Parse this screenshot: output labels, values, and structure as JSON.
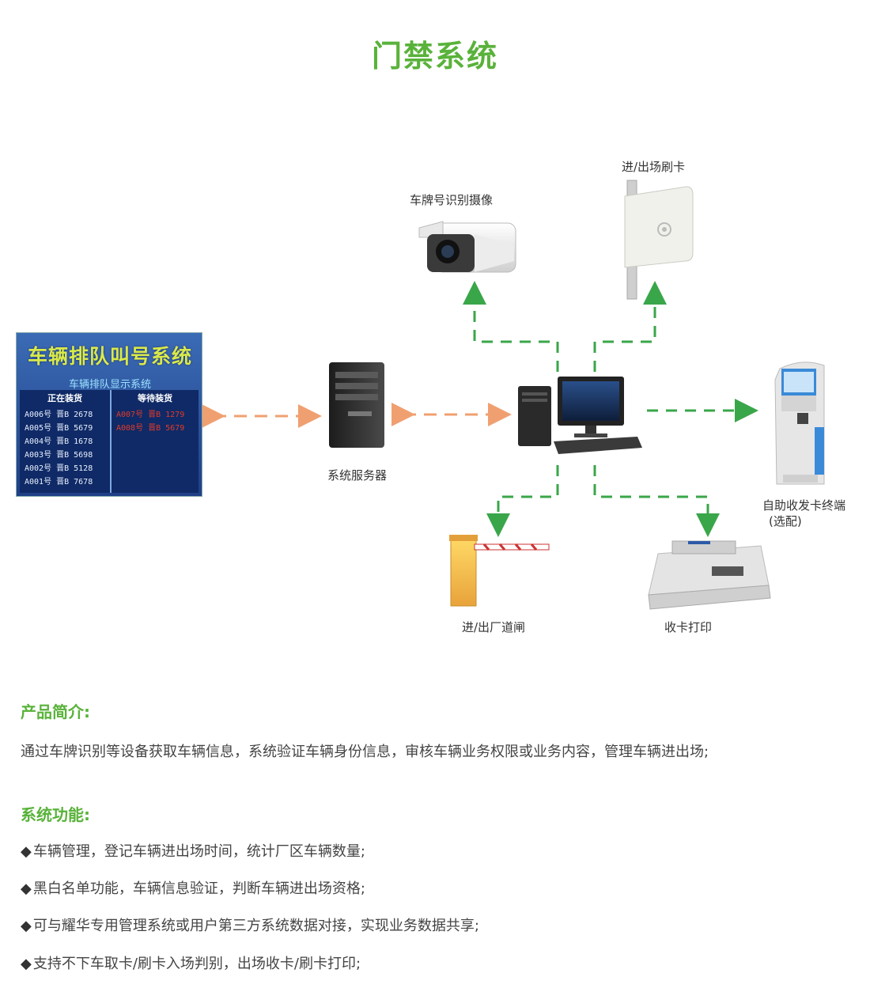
{
  "page_title": "门禁系统",
  "diagram": {
    "camera_label": "车牌号识别摄像",
    "card_reader_label": "进/出场刷卡",
    "server_label": "系统服务器",
    "terminal_label_line1": "自助收发卡终端",
    "terminal_label_line2": "(选配)",
    "barrier_label": "进/出厂道闸",
    "printer_label": "收卡打印",
    "queue_display": {
      "title": "车辆排队叫号系统",
      "subtitle": "车辆排队显示系统",
      "col_loading": "正在装货",
      "col_waiting": "等待装货",
      "loading_rows": [
        "A006号 晋B 2678",
        "A005号 晋B 5679",
        "A004号 晋B 1678",
        "A003号 晋B 5698",
        "A002号 晋B 5128",
        "A001号 晋B 7678"
      ],
      "waiting_rows": [
        "A007号 晋B 1279",
        "A008号 晋B 5679"
      ]
    }
  },
  "intro": {
    "heading": "产品简介:",
    "text": "通过车牌识别等设备获取车辆信息，系统验证车辆身份信息，审核车辆业务权限或业务内容，管理车辆进出场;"
  },
  "functions": {
    "heading": "系统功能:",
    "bullet_mark": "◆",
    "items": [
      "车辆管理，登记车辆进出场时间，统计厂区车辆数量;",
      "黑白名单功能，车辆信息验证，判断车辆进出场资格;",
      "可与耀华专用管理系统或用户第三方系统数据对接，实现业务数据共享;",
      "支持不下车取卡/刷卡入场判别，出场收卡/刷卡打印;"
    ]
  },
  "colors": {
    "accent_green": "#59b23a",
    "connector_orange": "#f0a070",
    "connector_green": "#3aa64a"
  }
}
